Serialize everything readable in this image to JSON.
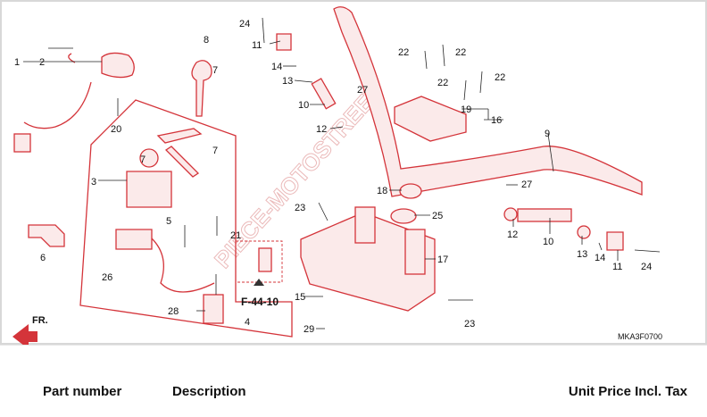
{
  "diagram": {
    "callouts": [
      "1",
      "2",
      "3",
      "4",
      "5",
      "6",
      "7",
      "7",
      "7",
      "8",
      "9",
      "10",
      "10",
      "11",
      "11",
      "12",
      "12",
      "13",
      "13",
      "14",
      "14",
      "15",
      "16",
      "17",
      "18",
      "19",
      "20",
      "21",
      "22",
      "22",
      "22",
      "22",
      "23",
      "23",
      "24",
      "24",
      "25",
      "26",
      "27",
      "27",
      "28",
      "29"
    ],
    "reference": "F-44-10",
    "direction_label": "FR.",
    "diagram_code": "MKA3F0700",
    "watermark": "PIECE-MOTOSTREET",
    "accent_color": "#d4343a"
  },
  "table": {
    "headers": {
      "part_number": "Part number",
      "description": "Description",
      "price": "Unit Price Incl. Tax"
    }
  }
}
